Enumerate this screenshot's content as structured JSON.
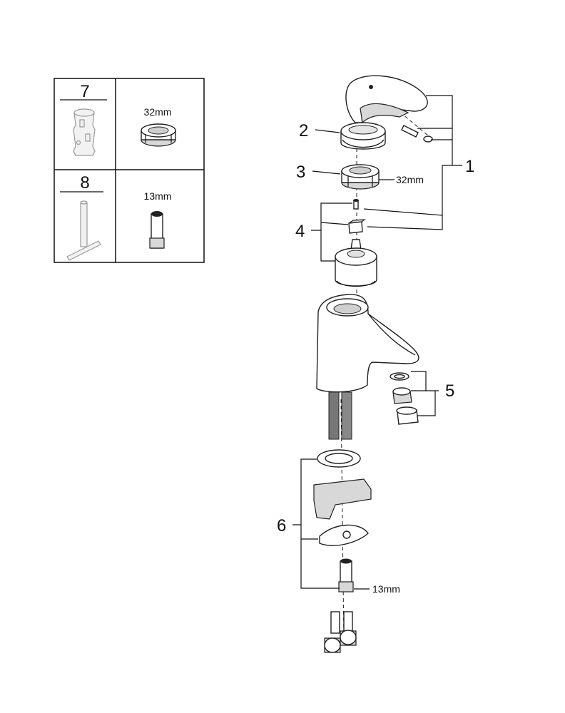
{
  "tools_table": {
    "tool_7": {
      "number": "7",
      "size": "32mm"
    },
    "tool_8": {
      "number": "8",
      "size": "13mm"
    }
  },
  "callouts": {
    "c1": "1",
    "c2": "2",
    "c3": "3",
    "c4": "4",
    "c5": "5",
    "c6": "6"
  },
  "dimensions": {
    "nut_32": "32mm",
    "nut_13": "13mm"
  }
}
